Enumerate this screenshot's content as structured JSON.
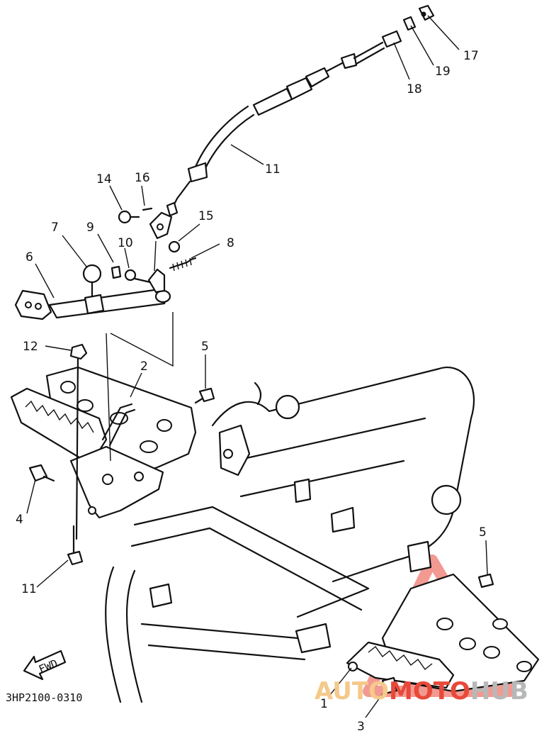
{
  "diagram_code": "3HP2100-0310",
  "fwd_label": "FWD",
  "watermark": {
    "parts": [
      "AUTO",
      "MOTO",
      "HUB"
    ],
    "colors": {
      "auto": "#f5c98a",
      "moto": "#e8493a",
      "hub": "#b8b8b8",
      "triangle": "#e8493a"
    }
  },
  "callouts": [
    "17",
    "19",
    "18",
    "11",
    "14",
    "16",
    "15",
    "8",
    "7",
    "9",
    "10",
    "6",
    "12",
    "5",
    "2",
    "4",
    "11",
    "5",
    "1",
    "3"
  ]
}
